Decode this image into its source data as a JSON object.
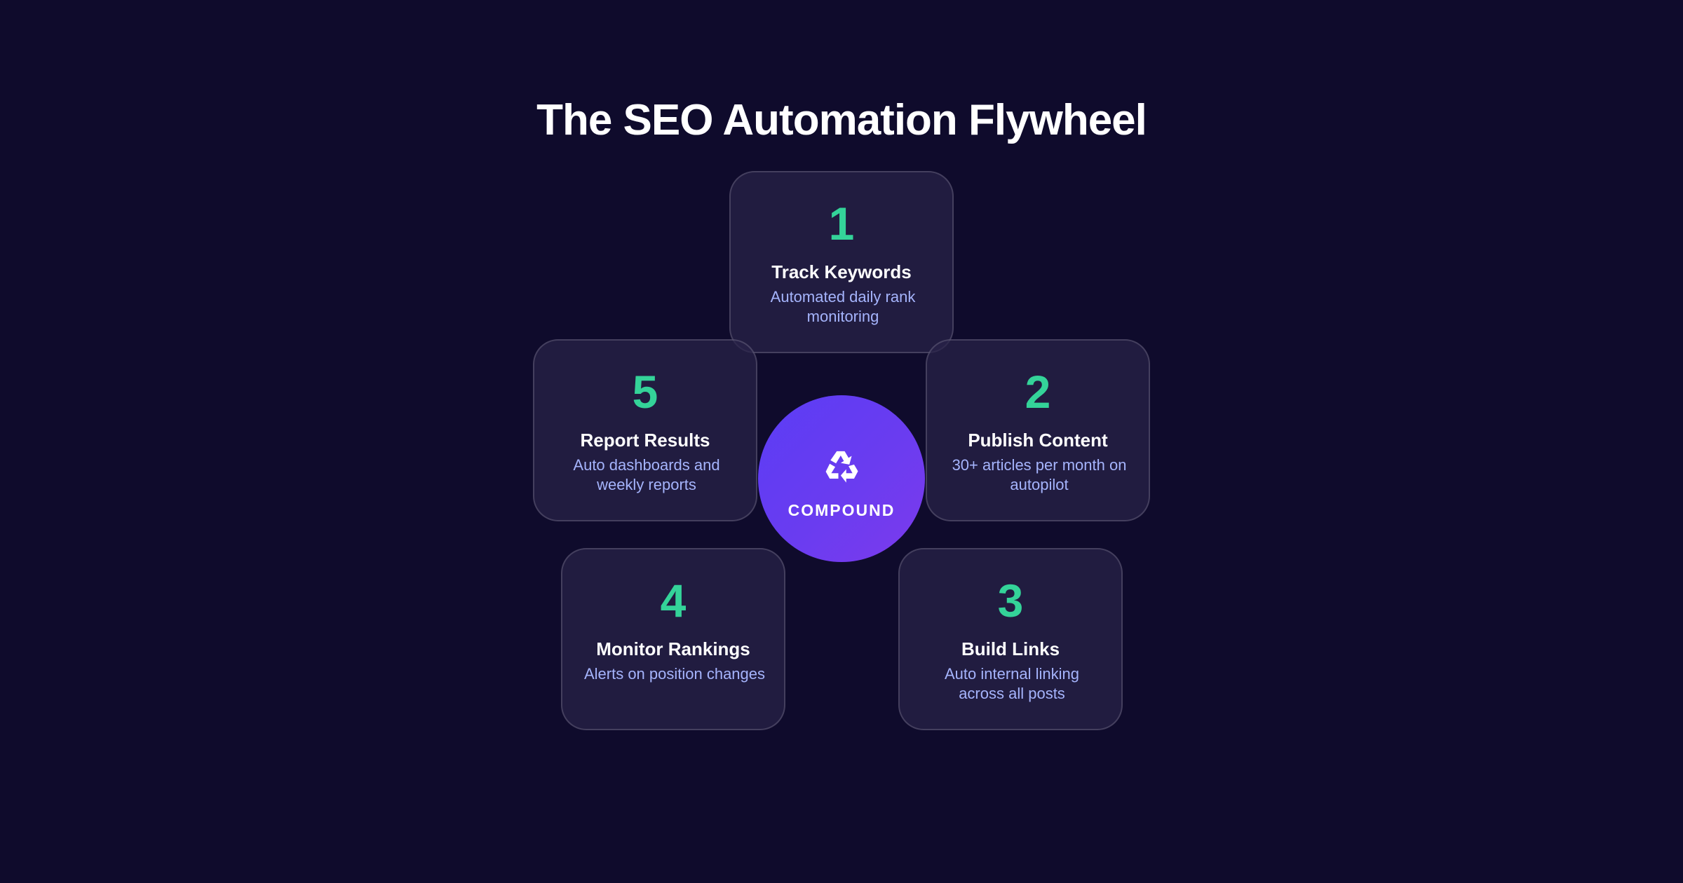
{
  "title": "The SEO Automation Flywheel",
  "colors": {
    "background": "#0f0b2c",
    "card_background": "#231e3f",
    "number_accent": "#34d399",
    "description_text": "#a5b4fc",
    "hub_gradient_start": "#5b3df5",
    "hub_gradient_end": "#7c3aed"
  },
  "hub": {
    "icon": "recycle-icon",
    "label": "COMPOUND"
  },
  "steps": [
    {
      "number": "1",
      "title": "Track Keywords",
      "description": "Automated daily rank monitoring"
    },
    {
      "number": "2",
      "title": "Publish Content",
      "description": "30+ articles per month on autopilot"
    },
    {
      "number": "3",
      "title": "Build Links",
      "description": "Auto internal linking across all posts"
    },
    {
      "number": "4",
      "title": "Monitor Rankings",
      "description": "Alerts on position changes"
    },
    {
      "number": "5",
      "title": "Report Results",
      "description": "Auto dashboards and weekly reports"
    }
  ]
}
